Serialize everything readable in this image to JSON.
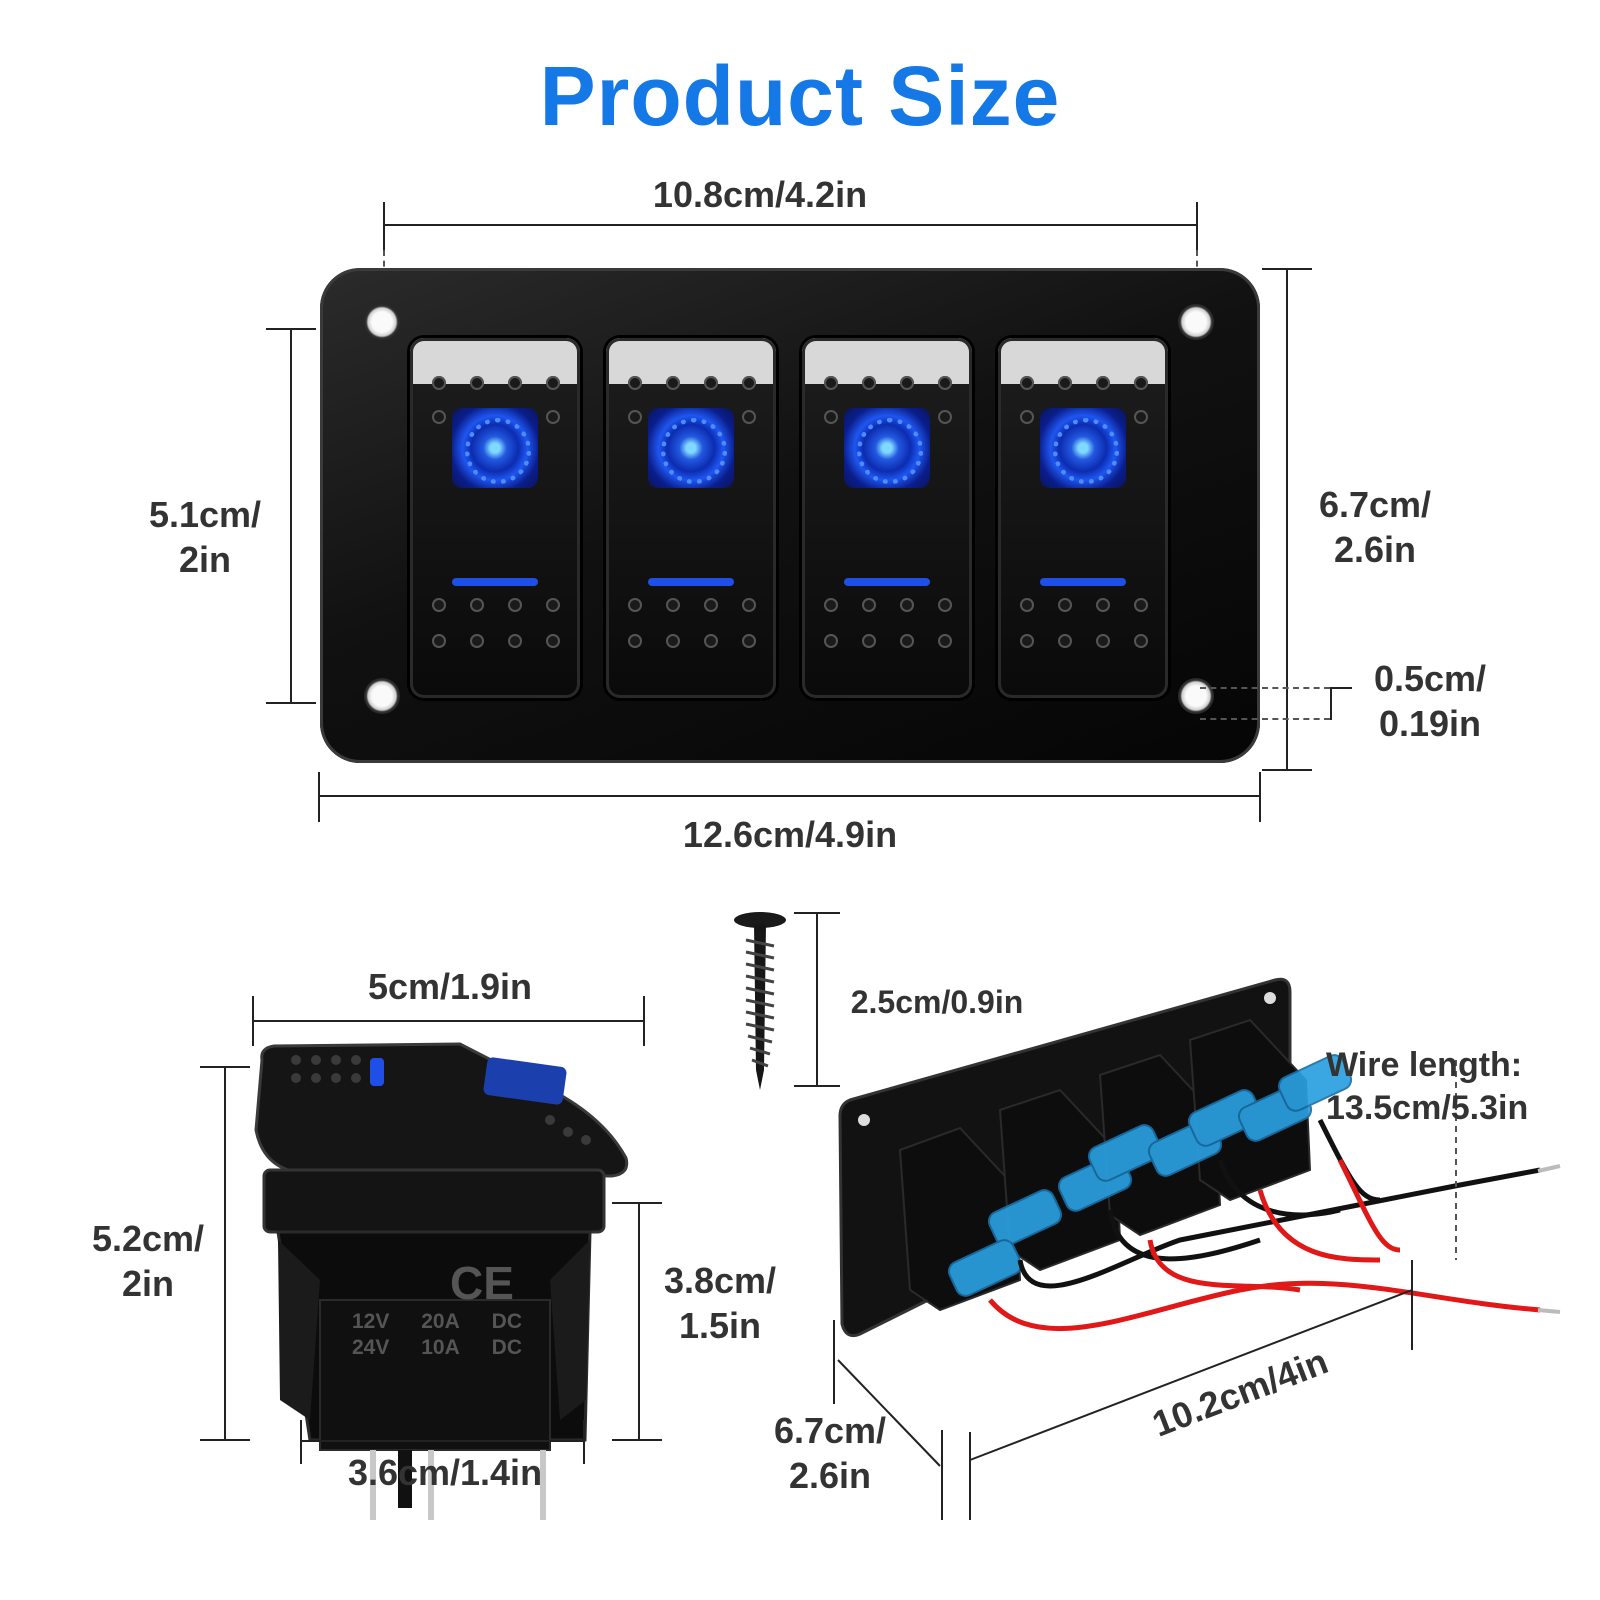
{
  "title": "Product Size",
  "dimensions": {
    "panel_inner_width": "10.8cm/4.2in",
    "panel_outer_width": "12.6cm/4.9in",
    "switch_height_line1": "5.1cm/",
    "switch_height_line2": "2in",
    "panel_height_line1": "6.7cm/",
    "panel_height_line2": "2.6in",
    "hole_offset_line1": "0.5cm/",
    "hole_offset_line2": "0.19in",
    "rocker_top_width": "5cm/1.9in",
    "rocker_height_line1": "5.2cm/",
    "rocker_height_line2": "2in",
    "rocker_body_height_line1": "3.8cm/",
    "rocker_body_height_line2": "1.5in",
    "rocker_bottom_width": "3.6cm/1.4in",
    "screw_length": "2.5cm/0.9in",
    "wire_label_line1": "Wire length:",
    "wire_label_line2": "13.5cm/5.3in",
    "angled_depth_line1": "6.7cm/",
    "angled_depth_line2": "2.6in",
    "angled_width": "10.2cm/4in"
  },
  "rocker_markings": {
    "ce": "CE",
    "row1": [
      "12V",
      "20A",
      "DC"
    ],
    "row2": [
      "24V",
      "10A",
      "DC"
    ]
  },
  "panel": {
    "switch_count": 4,
    "led_color": "#1e50e8"
  },
  "accent_color": "#1478e6"
}
